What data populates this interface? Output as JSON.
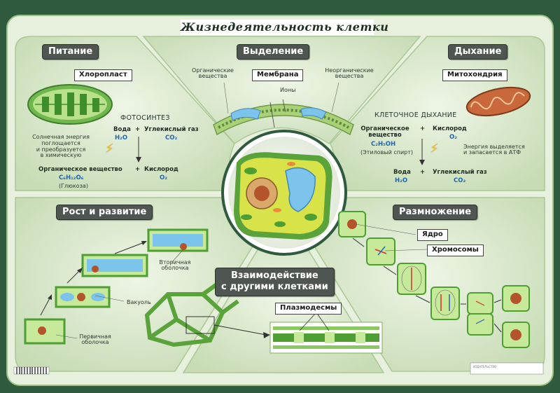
{
  "title": "Жизнедеятельность клетки",
  "sections": {
    "nutrition": "Питание",
    "excretion": "Выделение",
    "respiration": "Дыхание",
    "growth": "Рост и развитие",
    "reproduction": "Размножение",
    "interaction_line1": "Взаимодействие",
    "interaction_line2": "с другими клетками"
  },
  "nutrition": {
    "organelle": "Хлоропласт",
    "process": "ФОТОСИНТЕЗ",
    "energy_note_1": "Солнечная энергия",
    "energy_note_2": "поглощается",
    "energy_note_3": "и преобразуется",
    "energy_note_4": "в химическую",
    "water": "Вода",
    "water_formula": "H₂O",
    "co2": "Углекислый газ",
    "co2_formula": "CO₂",
    "plus": "+",
    "organic": "Органическое вещество",
    "glucose_formula": "C₆H₁₂O₆",
    "glucose": "(Глюкоза)",
    "oxygen": "Кислород",
    "oxygen_formula": "O₂"
  },
  "excretion": {
    "membrane": "Мембрана",
    "organic_1": "Органические",
    "organic_2": "вещества",
    "inorganic_1": "Неорганические",
    "inorganic_2": "вещества",
    "ions": "Ионы"
  },
  "respiration": {
    "organelle": "Митохондрия",
    "process": "КЛЕТОЧНОЕ ДЫХАНИЕ",
    "organic_1": "Органическое",
    "organic_2": "вещество",
    "ethanol_formula": "C₂H₅OH",
    "ethanol": "(Этиловый спирт)",
    "plus": "+",
    "oxygen": "Кислород",
    "oxygen_formula": "O₂",
    "energy_1": "Энергия выделяется",
    "energy_2": "и запасается в АТФ",
    "water": "Вода",
    "water_formula": "H₂O",
    "co2": "Углекислый газ",
    "co2_formula": "CO₂"
  },
  "growth": {
    "vacuole": "Вакуоль",
    "secondary_1": "Вторичная",
    "secondary_2": "оболочка",
    "primary_1": "Первичная",
    "primary_2": "оболочка"
  },
  "reproduction": {
    "nucleus": "Ядро",
    "chromosomes": "Хромосомы"
  },
  "interaction": {
    "plasmodesmata": "Плазмодесмы"
  },
  "colors": {
    "border": "#2f5a3e",
    "panel": "#dbe9cf",
    "panel_edge": "#b8d2a5",
    "cell_green": "#8cc862",
    "cell_wall": "#5aa23a",
    "vacuole": "#7cc4ec",
    "nucleus": "#b4542c",
    "label_bg": "#4f5652"
  },
  "fine_print": "ИЗДАТЕЛЬСТВО"
}
